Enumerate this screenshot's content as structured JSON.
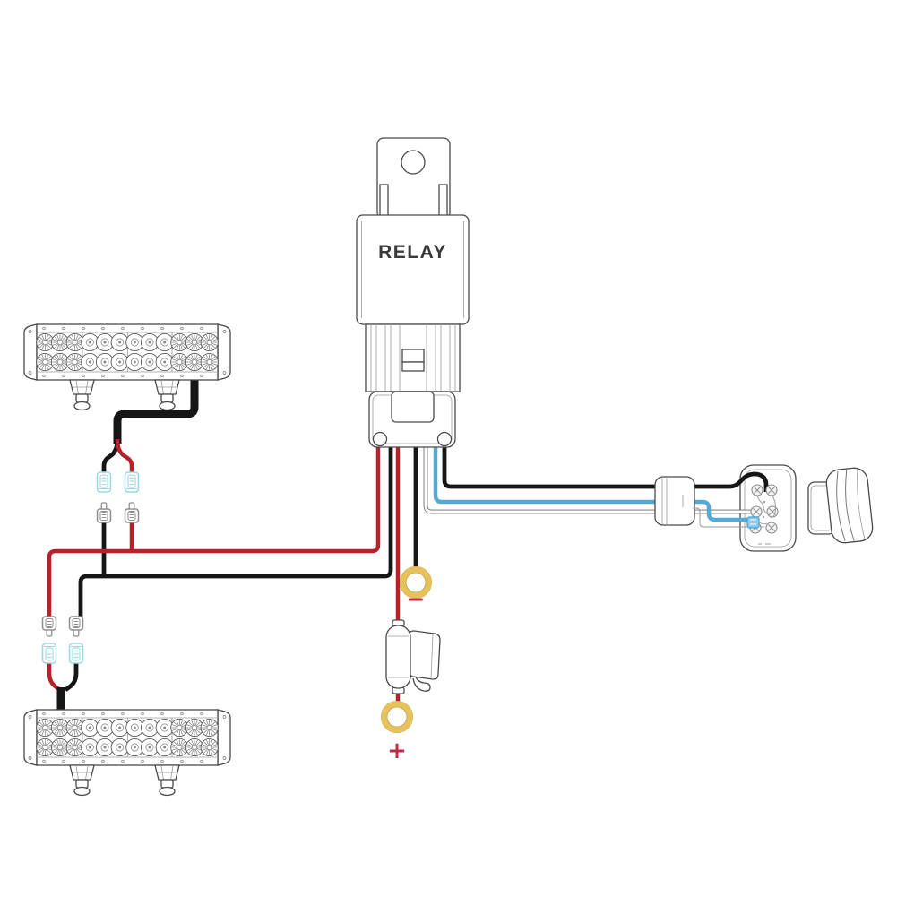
{
  "page": {
    "background": "#ffffff",
    "description": "Wiring diagram: relay harness connecting two LED light bars, rocker switch, inline fuse holder and battery ring terminals"
  },
  "labels": {
    "relay": "RELAY",
    "negative": "−",
    "positive": "+"
  },
  "colors": {
    "page_bg": "#ffffff",
    "wire_red": "#b7222a",
    "wire_black": "#161616",
    "wire_blue": "#55a9d6",
    "wire_white_outline": "#6a6a6a",
    "connector_female": "#9ed8e1",
    "connector_male": "#8f8f8f",
    "ring_gold": "#e6c25c",
    "ring_gold_edge": "#c89b3c",
    "outline_dark": "#4a4a4a",
    "outline_light": "#9a9a9a",
    "label_red": "#c22b47",
    "led_detail": "#7a7a7a"
  },
  "parts": [
    "relay",
    "relay-mounting-tab",
    "relay-socket",
    "led-light-bar-top",
    "led-light-bar-bottom",
    "quick-disconnect-connector-pair-1",
    "quick-disconnect-connector-pair-2",
    "inline-connector-sleeve",
    "rocker-switch-back",
    "rocker-switch-body",
    "fuse-holder",
    "ring-terminal-negative",
    "ring-terminal-positive"
  ]
}
